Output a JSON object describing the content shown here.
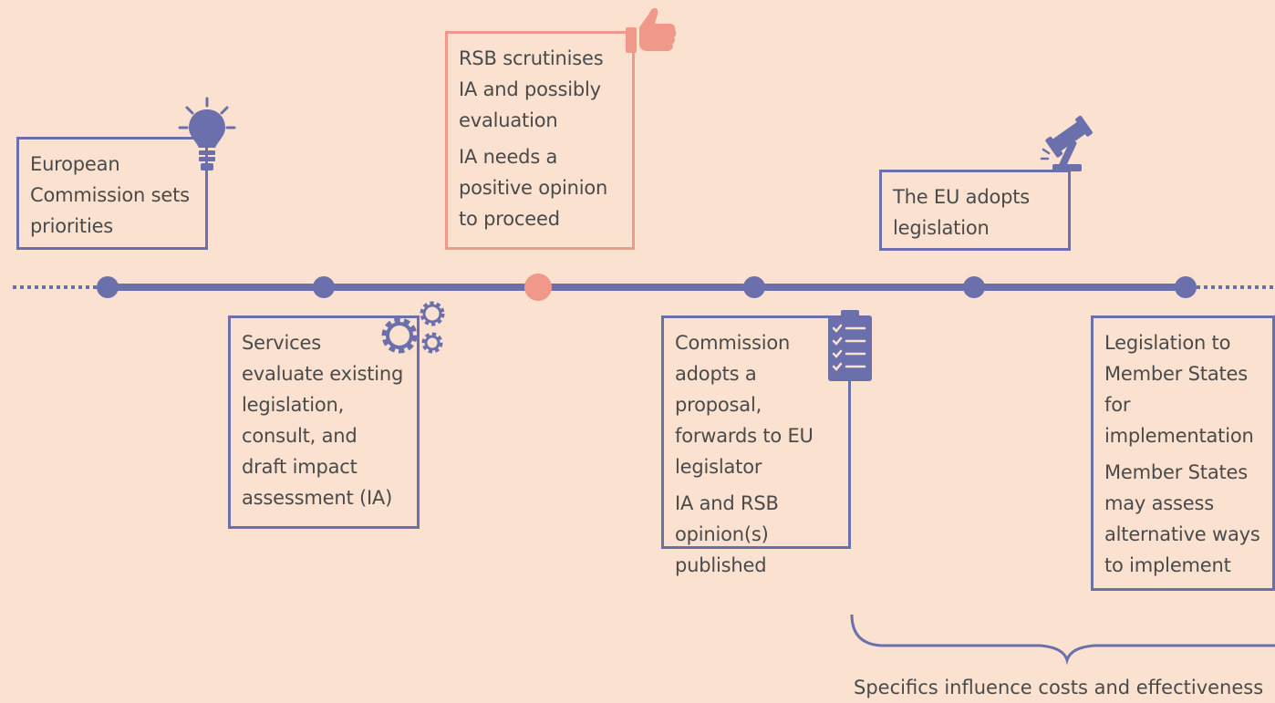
{
  "colors": {
    "background": "#fbe2d0",
    "accent": "#6b70ad",
    "highlight": "#f0998a",
    "text": "#4a4a4a"
  },
  "steps": [
    {
      "heading": "European Commission sets priorities",
      "detail": "",
      "icon": "lightbulb-icon"
    },
    {
      "heading": "Services evaluate existing legislation, consult, and draft impact assessment (IA)",
      "detail": "",
      "icon": "gears-icon"
    },
    {
      "heading": "RSB scrutinises IA and possibly evaluation",
      "detail": "IA needs a positive opinion to proceed",
      "icon": "thumbs-up-icon"
    },
    {
      "heading": "Commission adopts a proposal, forwards to EU legislator",
      "detail": "IA and RSB opinion(s) published",
      "icon": "checklist-icon"
    },
    {
      "heading": "The EU adopts legislation",
      "detail": "",
      "icon": "gavel-icon"
    },
    {
      "heading": "Legislation to Member States for implementation",
      "detail": "Member States may assess alternative ways to implement",
      "icon": ""
    }
  ],
  "brace_caption": "Specifics influence costs and effectiveness"
}
